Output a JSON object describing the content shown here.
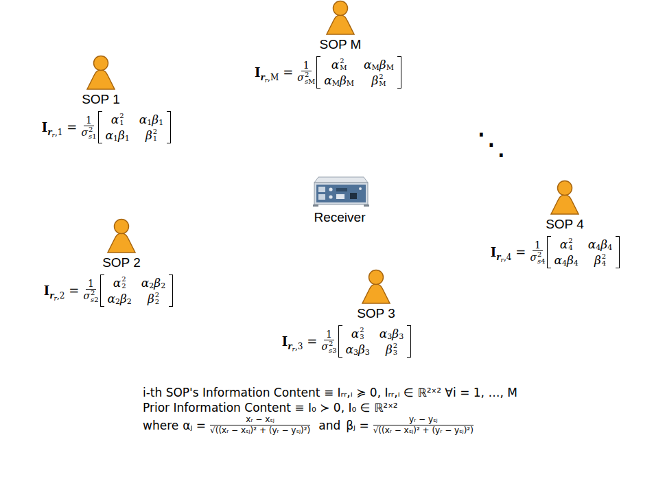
{
  "diagram": {
    "nodes": [
      {
        "text": [
          "SOP M",
          "I",
          "r",
          "r",
          ",M",
          "=",
          "1",
          "σ",
          "2",
          "s",
          "M",
          "α",
          "M",
          "2",
          "α",
          "M",
          "β",
          "M",
          "α",
          "M",
          "β",
          "M",
          "β",
          "M",
          "2"
        ]
      },
      {
        "text": [
          "SOP 1",
          "I",
          "r",
          "r",
          ",1",
          "=",
          "1",
          "σ",
          "2",
          "s",
          "1",
          "α",
          "1",
          "2",
          "α",
          "1",
          "β",
          "1",
          "α",
          "1",
          "β",
          "1",
          "β",
          "1",
          "2"
        ]
      },
      {
        "text": [
          "Receiver"
        ]
      },
      {
        "text": [
          "SOP 4",
          "I",
          "r",
          "r",
          ",4",
          "=",
          "1",
          "σ",
          "2",
          "s",
          "4",
          "α",
          "4",
          "2",
          "α",
          "4",
          "β",
          "4",
          "α",
          "4",
          "β",
          "4",
          "β",
          "4",
          "2"
        ]
      },
      {
        "text": [
          "SOP 2",
          "I",
          "r",
          "r",
          ",2",
          "=",
          "1",
          "σ",
          "2",
          "s",
          "2",
          "α",
          "2",
          "2",
          "α",
          "2",
          "β",
          "2",
          "α",
          "2",
          "β",
          "2",
          "β",
          "2",
          "2"
        ]
      },
      {
        "text": [
          "SOP 3",
          "I",
          "r",
          "r",
          ",3",
          "=",
          "1",
          "σ",
          "2",
          "s",
          "3",
          "α",
          "3",
          "2",
          "α",
          "3",
          "β",
          "3",
          "α",
          "3",
          "β",
          "3",
          "β",
          "3",
          "2"
        ]
      }
    ],
    "labels": [
      "⋱",
      "i-th SOP's Information Content ≡ Iᵣᵣ,ᵢ ≽ 0, Iᵣᵣ,ᵢ ∈ ℝ²ˣ² ∀i = 1, …, M",
      "Prior Information Content ≡ I₀ ≻ 0, I₀ ∈ ℝ²ˣ²",
      "where",
      "αⱼ =",
      "xᵣ − xₛⱼ",
      "√((xᵣ − xₛⱼ)² + (yᵣ − yₛⱼ)²)",
      "and",
      "βⱼ =",
      "yᵣ − yₛⱼ",
      "√((xᵣ − xₛⱼ)² + (yᵣ − yₛⱼ)²)"
    ]
  }
}
